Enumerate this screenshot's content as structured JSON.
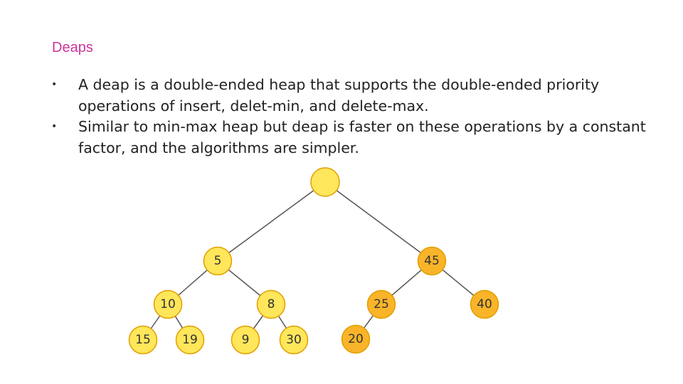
{
  "slide": {
    "title": "Deaps",
    "bullets": [
      {
        "marker": "•",
        "text": "A deap is a double-ended heap that supports the double-ended priority operations of insert, delet-min, and delete-max."
      },
      {
        "marker": "•",
        "text": "Similar to min-max heap but deap is faster on these operations by a constant factor, and the algorithms are simpler."
      }
    ]
  },
  "colors": {
    "title": "#cc3399",
    "root_fill": "#ffe65a",
    "min_heap_fill": "#ffe65a",
    "max_heap_fill": "#f9b429",
    "node_stroke": "#e0a000",
    "edge": "#555555"
  },
  "tree": {
    "nodes": [
      {
        "id": "root",
        "label": "",
        "heap": "root"
      },
      {
        "id": "n5",
        "label": "5",
        "heap": "min"
      },
      {
        "id": "n45",
        "label": "45",
        "heap": "max"
      },
      {
        "id": "n10",
        "label": "10",
        "heap": "min"
      },
      {
        "id": "n8",
        "label": "8",
        "heap": "min"
      },
      {
        "id": "n25",
        "label": "25",
        "heap": "max"
      },
      {
        "id": "n40",
        "label": "40",
        "heap": "max"
      },
      {
        "id": "n15",
        "label": "15",
        "heap": "min"
      },
      {
        "id": "n19",
        "label": "19",
        "heap": "min"
      },
      {
        "id": "n9",
        "label": "9",
        "heap": "min"
      },
      {
        "id": "n30",
        "label": "30",
        "heap": "min"
      },
      {
        "id": "n20",
        "label": "20",
        "heap": "max"
      }
    ],
    "edges": [
      [
        "root",
        "n5"
      ],
      [
        "root",
        "n45"
      ],
      [
        "n5",
        "n10"
      ],
      [
        "n5",
        "n8"
      ],
      [
        "n45",
        "n25"
      ],
      [
        "n45",
        "n40"
      ],
      [
        "n10",
        "n15"
      ],
      [
        "n10",
        "n19"
      ],
      [
        "n8",
        "n9"
      ],
      [
        "n8",
        "n30"
      ],
      [
        "n25",
        "n20"
      ]
    ]
  }
}
